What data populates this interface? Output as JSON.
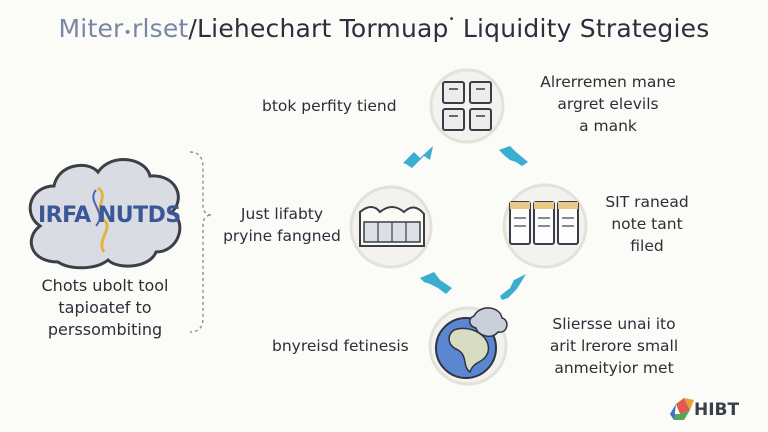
{
  "title": {
    "part1": "Miter",
    "part2": "rlset",
    "part3": "/Liehechart Tormuap",
    "part4": "Liquidity Strategies"
  },
  "cloud": {
    "label": "IRFA NUTDS"
  },
  "cloud_caption": [
    "Chots ubolt tool",
    "tapioatef to",
    "perssombiting"
  ],
  "nodes": {
    "top": {
      "label": "btok perfity tiend"
    },
    "top_right": {
      "lines": [
        "Alrerremen mane",
        "argret elevils",
        "a mank"
      ]
    },
    "left": {
      "lines": [
        "Just lifabty",
        "pryine fangned"
      ]
    },
    "right": {
      "lines": [
        "SIT ranead",
        "note tant",
        "filed"
      ]
    },
    "bottom": {
      "label": "bnyreisd fetinesis"
    },
    "bottom_right": {
      "lines": [
        "Sliersse unai ito",
        "arit lrerore small",
        "anmeityior met"
      ]
    }
  },
  "logo": {
    "text": "HIBT"
  },
  "colors": {
    "arrow": "#3aaed0",
    "globe_ocean": "#5b86d2",
    "globe_land": "#d7dcc2",
    "cloud_fill": "#d9dde3",
    "cloud_stroke": "#3c3f48"
  }
}
